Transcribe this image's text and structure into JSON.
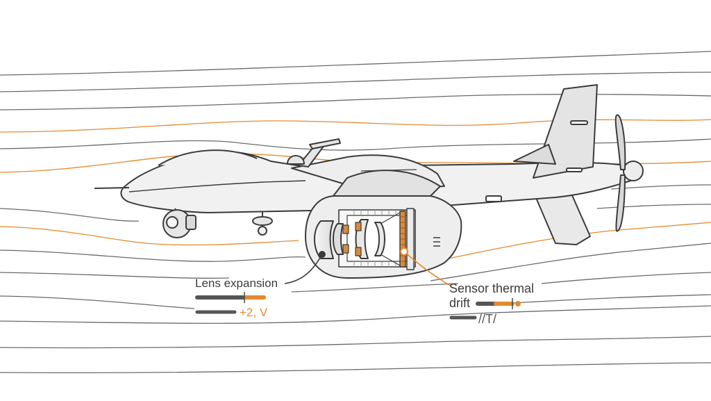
{
  "diagram": {
    "subject": "UAV with gimbal camera pod in airflow",
    "callouts": {
      "lens": {
        "label": "Lens expansion",
        "value": "+2, V"
      },
      "sensor": {
        "label_line1": "Sensor thermal",
        "label_line2": "drift",
        "value": "//T/"
      }
    }
  },
  "colors": {
    "accent": "#e38a2c",
    "line": "#3a3a3a",
    "fill": "#eeeeee",
    "dark": "#555555"
  }
}
